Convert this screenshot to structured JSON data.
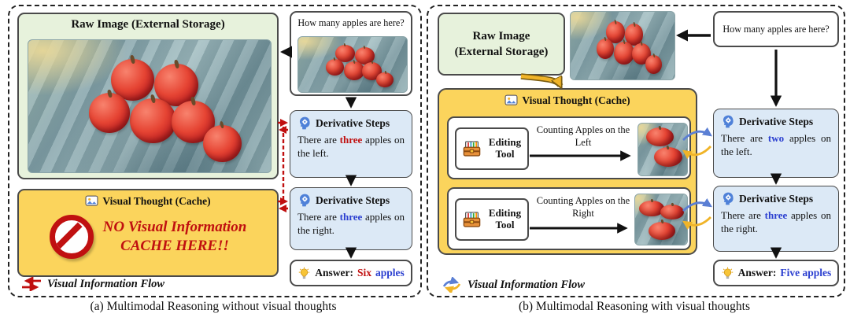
{
  "colors": {
    "red": "#c01010",
    "blue": "#2b3fd0",
    "green_box": "#e7f2dc",
    "yellow_box": "#fbd45c",
    "blue_box": "#dce9f6",
    "flow_blue": "#5b7fd4",
    "flow_yellow": "#f0b428"
  },
  "icons": {
    "derivative": "brain-gear-icon",
    "visual_thought": "photo-icon",
    "answer": "lightbulb-icon",
    "no_cache": "prohibition-icon",
    "editing_tool": "toolbox-icon",
    "flow_a": "red-double-arrow-icon",
    "flow_b": "cycle-arrows-icon"
  },
  "panel_a": {
    "caption": "(a) Multimodal Reasoning without visual thoughts",
    "raw_image_title": "Raw Image (External Storage)",
    "question": "How many apples are here?",
    "steps": [
      {
        "title": "Derivative Steps",
        "pre": "There are ",
        "word": "three",
        "post": " apples on the left."
      },
      {
        "title": "Derivative Steps",
        "pre": "There are ",
        "word": "three",
        "post": " apples on the right."
      }
    ],
    "visual_thought": {
      "title": "Visual Thought (Cache)",
      "warning_line1": "NO Visual Information",
      "warning_line2": "CACHE HERE!!"
    },
    "answer": {
      "label": "Answer:",
      "value": "Six",
      "suffix": " apples"
    },
    "legend": "Visual Information Flow"
  },
  "panel_b": {
    "caption": "(b) Multimodal Reasoning with visual thoughts",
    "raw_image_title_line1": "Raw Image",
    "raw_image_title_line2": "(External Storage)",
    "question": "How many apples are here?",
    "visual_thought": {
      "title": "Visual Thought (Cache)",
      "tools": [
        {
          "label": "Editing Tool",
          "action": "Counting Apples on the Left"
        },
        {
          "label": "Editing Tool",
          "action": "Counting Apples on the Right"
        }
      ]
    },
    "steps": [
      {
        "title": "Derivative Steps",
        "pre": "There are ",
        "word": "two",
        "post": " apples on the left."
      },
      {
        "title": "Derivative Steps",
        "pre": "There are ",
        "word": "three",
        "post": " apples on the right."
      }
    ],
    "answer": {
      "label": "Answer:",
      "value": "Five apples"
    },
    "legend": "Visual Information Flow"
  }
}
